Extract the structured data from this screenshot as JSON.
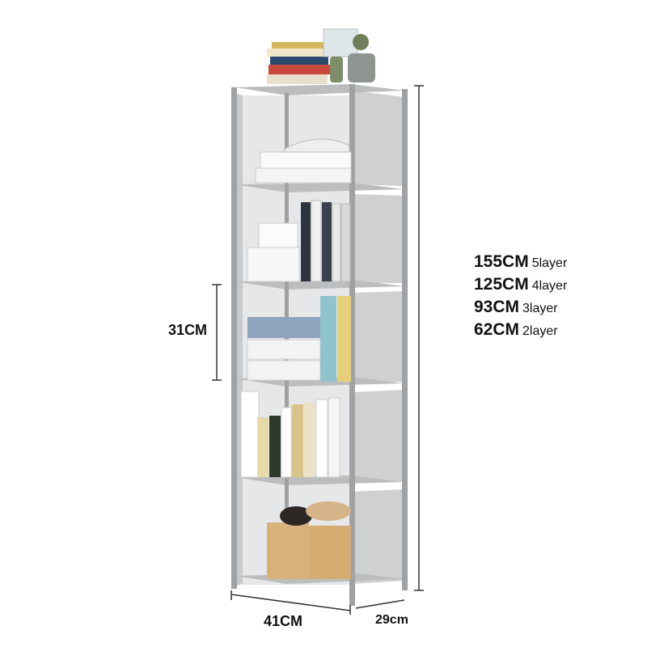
{
  "dimensions": {
    "shelf_height": "31CM",
    "width": "41CM",
    "depth": "29cm"
  },
  "height_options": [
    {
      "height": "155CM",
      "layers": "5layer"
    },
    {
      "height": "125CM",
      "layers": "4layer"
    },
    {
      "height": "93CM",
      "layers": "3layer"
    },
    {
      "height": "62CM",
      "layers": "2layer"
    }
  ],
  "colors": {
    "frame": "#9fa1a3",
    "panel": "#d3d4d5",
    "back": "#e4e5e6",
    "guide": "#333333"
  }
}
